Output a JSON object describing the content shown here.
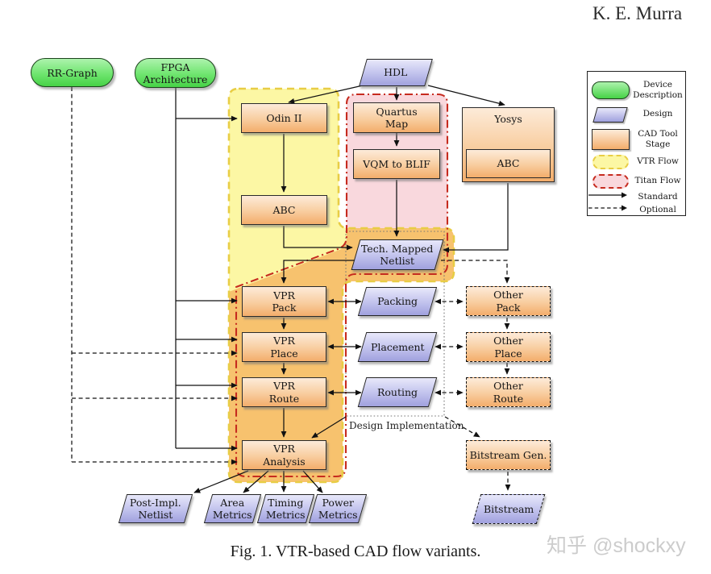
{
  "page": {
    "header_right": "K. E. Murra",
    "caption": "Fig. 1.  VTR-based CAD flow variants.",
    "watermark": "知乎 @shockxy",
    "design_impl_label": "Design Implementation"
  },
  "colors": {
    "device_green": "#46D246",
    "design_blue": "#A0A1DE",
    "cad_stage_orange": "#F3AD6B",
    "vtr_region_fill": "#FCF7A4",
    "vtr_border": "#E8CD45",
    "titan_region_fill": "#F9D8DD",
    "titan_border": "#C62B1F",
    "overlap_region_fill": "#F7C26E"
  },
  "nodes": {
    "rr_graph": {
      "label": "RR-Graph"
    },
    "fpga_arch": {
      "line1": "FPGA",
      "line2": "Architecture"
    },
    "hdl": {
      "label": "HDL"
    },
    "odin": {
      "label": "Odin II"
    },
    "quartus": {
      "line1": "Quartus",
      "line2": "Map"
    },
    "vqm": {
      "label": "VQM to BLIF"
    },
    "yosys": {
      "label": "Yosys"
    },
    "yosys_abc": {
      "label": "ABC"
    },
    "abc": {
      "label": "ABC"
    },
    "tmn": {
      "line1": "Tech. Mapped",
      "line2": "Netlist"
    },
    "vpr_pack": {
      "line1": "VPR",
      "line2": "Pack"
    },
    "packing": {
      "label": "Packing"
    },
    "other_pack": {
      "line1": "Other",
      "line2": "Pack"
    },
    "vpr_place": {
      "line1": "VPR",
      "line2": "Place"
    },
    "placement": {
      "label": "Placement"
    },
    "other_place": {
      "line1": "Other",
      "line2": "Place"
    },
    "vpr_route": {
      "line1": "VPR",
      "line2": "Route"
    },
    "routing": {
      "label": "Routing"
    },
    "other_route": {
      "line1": "Other",
      "line2": "Route"
    },
    "vpr_analysis": {
      "line1": "VPR",
      "line2": "Analysis"
    },
    "bitstream_gen": {
      "label": "Bitstream Gen."
    },
    "post_impl": {
      "line1": "Post-Impl.",
      "line2": "Netlist"
    },
    "area_metrics": {
      "line1": "Area",
      "line2": "Metrics"
    },
    "timing_metrics": {
      "line1": "Timing",
      "line2": "Metrics"
    },
    "power_metrics": {
      "line1": "Power",
      "line2": "Metrics"
    },
    "bitstream": {
      "label": "Bitstream"
    }
  },
  "legend": {
    "items": [
      {
        "label": "Device Description"
      },
      {
        "label": "Design"
      },
      {
        "label": "CAD Tool Stage"
      },
      {
        "label": "VTR Flow"
      },
      {
        "label": "Titan Flow"
      },
      {
        "label": "Standard"
      },
      {
        "label": "Optional"
      }
    ]
  }
}
